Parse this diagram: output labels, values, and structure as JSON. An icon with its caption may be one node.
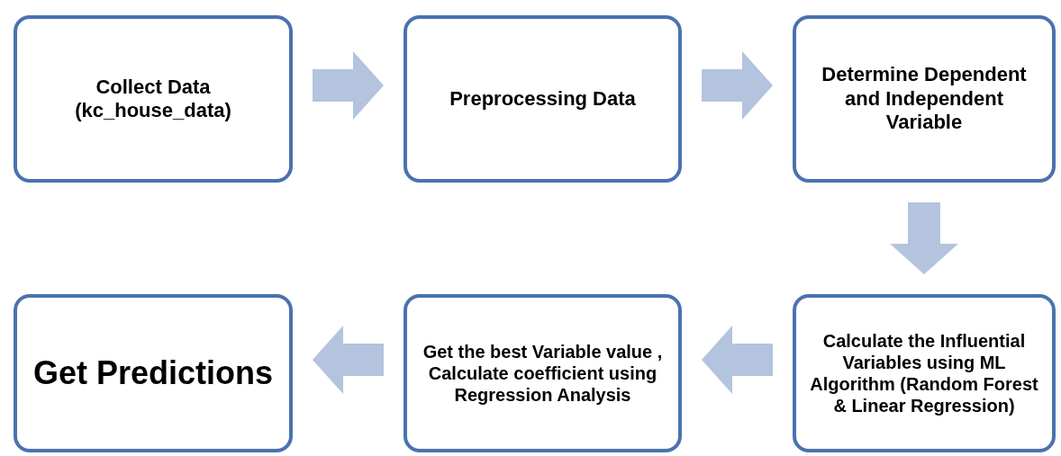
{
  "diagram": {
    "nodes": [
      {
        "text": [
          "Collect Data (kc_house_data)"
        ]
      },
      {
        "text": [
          "Preprocessing Data"
        ]
      },
      {
        "text": [
          "Determine Dependent and Independent Variable"
        ]
      },
      {
        "text": [
          "Get Predictions"
        ]
      },
      {
        "text": [
          "Get the best Variable value , Calculate coefficient using Regression Analysis"
        ]
      },
      {
        "text": [
          "Calculate the Influential Variables using ML Algorithm (Random Forest & Linear Regression)"
        ]
      }
    ],
    "edges": [
      {
        "from": 0,
        "to": 1,
        "arrow": "to"
      },
      {
        "from": 1,
        "to": 2,
        "arrow": "to"
      },
      {
        "from": 2,
        "to": 5,
        "arrow": "to"
      },
      {
        "from": 5,
        "to": 4,
        "arrow": "to"
      },
      {
        "from": 4,
        "to": 3,
        "arrow": "to"
      }
    ]
  }
}
